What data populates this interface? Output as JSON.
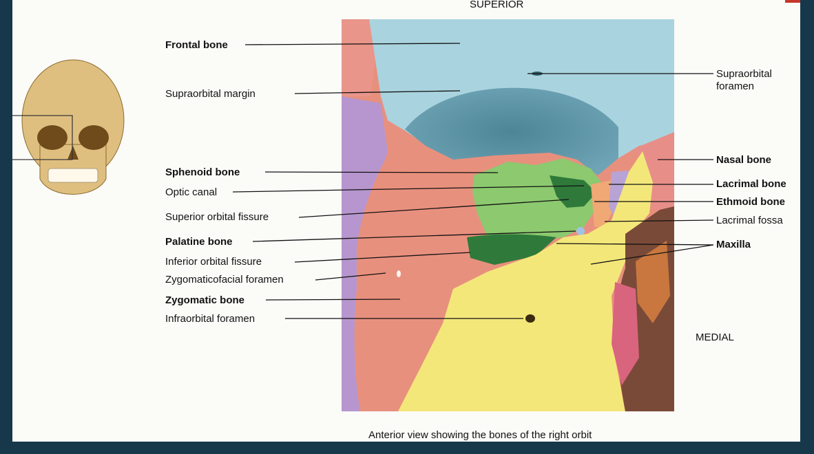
{
  "orientation": {
    "top": "SUPERIOR",
    "right": "MEDIAL"
  },
  "caption": "Anterior view showing the bones of the right orbit",
  "labels": {
    "frontal_bone": "Frontal bone",
    "supraorbital_margin": "Supraorbital margin",
    "sphenoid_bone": "Sphenoid bone",
    "optic_canal": "Optic canal",
    "superior_orbital_fissure": "Superior orbital fissure",
    "palatine_bone": "Palatine bone",
    "inferior_orbital_fissure": "Inferior orbital fissure",
    "zygomaticofacial_foramen": "Zygomaticofacial foramen",
    "zygomatic_bone": "Zygomatic bone",
    "infraorbital_foramen": "Infraorbital foramen",
    "supraorbital_foramen": [
      "Supraorbital",
      "foramen"
    ],
    "nasal_bone": "Nasal bone",
    "lacrimal_bone": "Lacrimal bone",
    "ethmoid_bone": "Ethmoid bone",
    "lacrimal_fossa": "Lacrimal fossa",
    "maxilla": "Maxilla"
  },
  "colors": {
    "frontal": "#a9d3df",
    "orbit_roof": "#5f97a8",
    "zygomatic": "#e8907e",
    "sphenoid": "#8cc96f",
    "fissure": "#2f7a3a",
    "maxilla": "#f4e77a",
    "lacrimal": "#b8a3d6",
    "ethmoid": "#f0a875",
    "palatine": "#9fc3e6",
    "purple": "#b796cf",
    "nasal": "#e88e88",
    "skull": "#dfbf80",
    "background": "#16384a"
  }
}
